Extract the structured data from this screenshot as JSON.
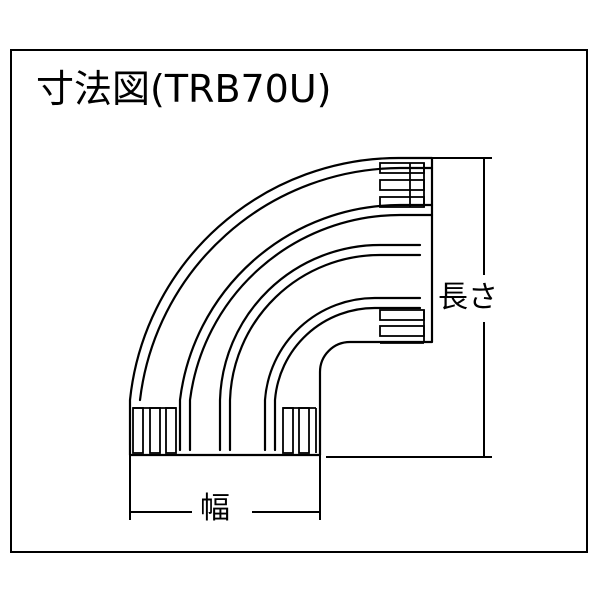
{
  "title": "寸法図(TRB70U)",
  "labels": {
    "length": "長さ",
    "width": "幅"
  }
}
